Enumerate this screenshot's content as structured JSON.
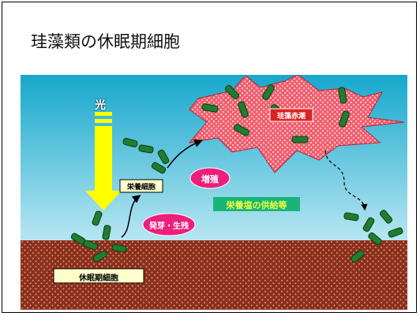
{
  "slide": {
    "title": "珪藻類の休眠期細胞"
  },
  "labels": {
    "light": "光",
    "dormant_cell": "休眠期細胞",
    "vegetative_cell": "栄養細胞",
    "germination": "発芽・生残",
    "proliferation": "増殖",
    "red_tide": "珪藻赤潮",
    "nutrient_supply": "栄養塩の供給等"
  },
  "colors": {
    "sea_top": "#16a8cc",
    "sea_bottom": "#b8e6f2",
    "sediment": "#8c2f1e",
    "red_tide": "#f06070",
    "light_arrow": "#ffff00",
    "badge_magenta": "#ee1e7c",
    "nutrient_box": "#19b47a",
    "nutrient_text": "#eaff3a",
    "cell_green": "#1f7d2f"
  },
  "icons": [
    "light-arrow-icon",
    "diatom-cell-icon",
    "red-tide-burst-icon",
    "curved-arrow-icon",
    "dashed-arrow-icon"
  ]
}
